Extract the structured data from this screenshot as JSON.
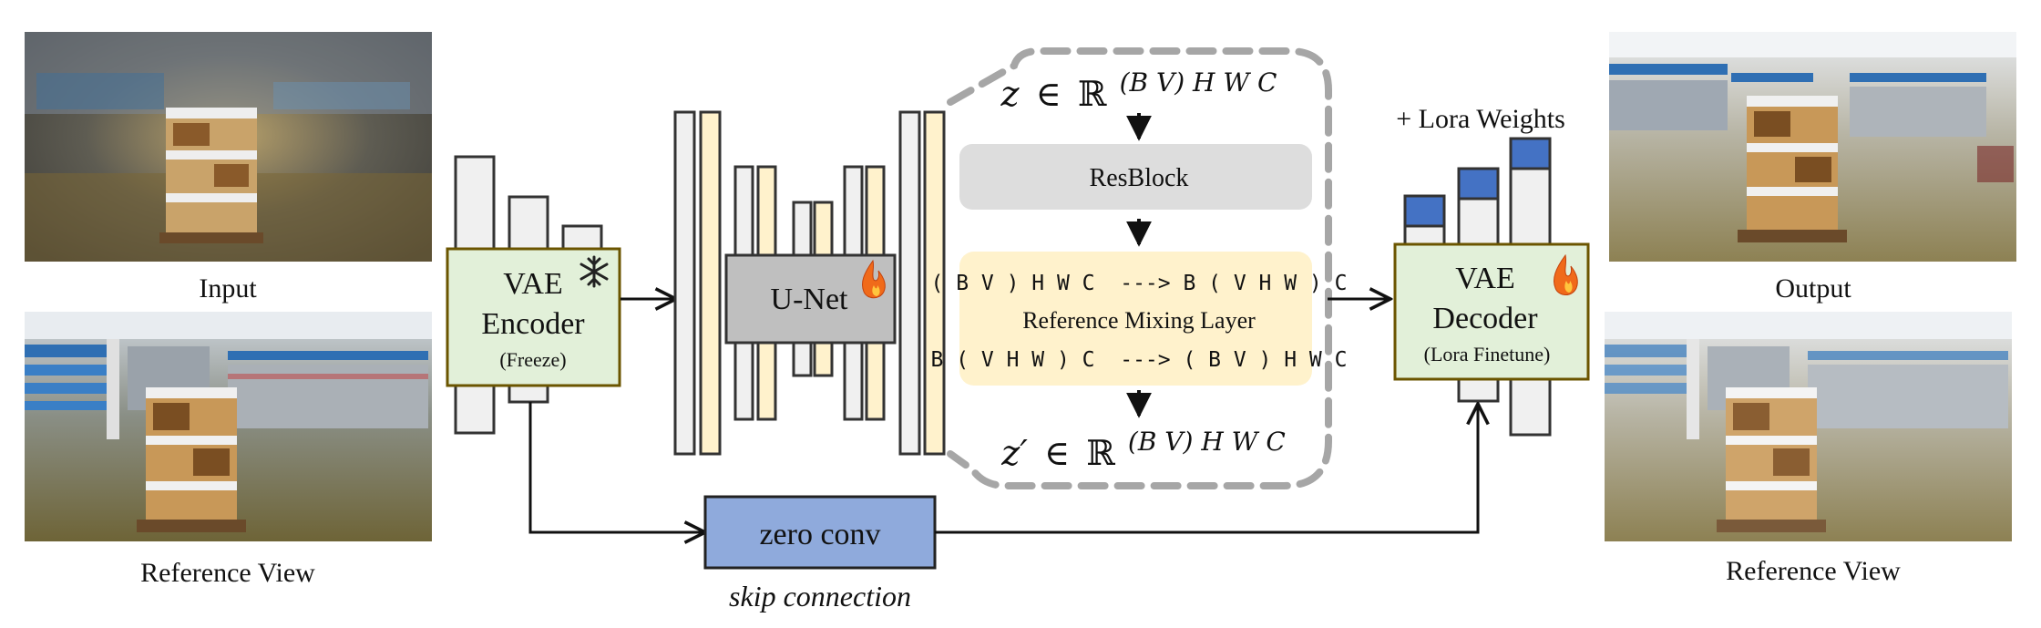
{
  "images": {
    "input_caption": "Input",
    "reference_caption_left": "Reference View",
    "output_caption": "Output",
    "reference_caption_right": "Reference View"
  },
  "encoder": {
    "title": "VAE",
    "subtitle": "Encoder",
    "note": "(Freeze)",
    "badge_icon": "snowflake-icon"
  },
  "unet": {
    "label": "U-Net",
    "badge_icon": "fire-icon"
  },
  "latent_panel": {
    "input_var": "z",
    "output_var": "z′",
    "set_symbol": "∈",
    "field": "ℝ",
    "exponent": "(B V) H W C",
    "resblock_label": "ResBlock",
    "reshape_in": "( B V ) H W C  ---> B ( V H W ) C",
    "mixing_label": "Reference Mixing Layer",
    "reshape_out": "B ( V H W ) C  ---> ( B V ) H W C"
  },
  "decoder": {
    "title": "VAE",
    "subtitle": "Decoder",
    "note": "(Lora Finetune)",
    "lora_label": "+ Lora Weights",
    "badge_icon": "fire-icon"
  },
  "skip": {
    "block_label": "zero conv",
    "caption": "skip connection"
  },
  "colors": {
    "encoder_fill": "#e2f0d9",
    "encoder_border": "#6b5500",
    "unet_fill": "#bfbfbf",
    "resblock_fill": "#dddddd",
    "mixing_fill": "#fff2cc",
    "zero_conv_fill": "#8faadc",
    "lora_fill": "#4472c4",
    "bar_fill": "#f0f0f0",
    "cream_bar_fill": "#fff2cc"
  }
}
